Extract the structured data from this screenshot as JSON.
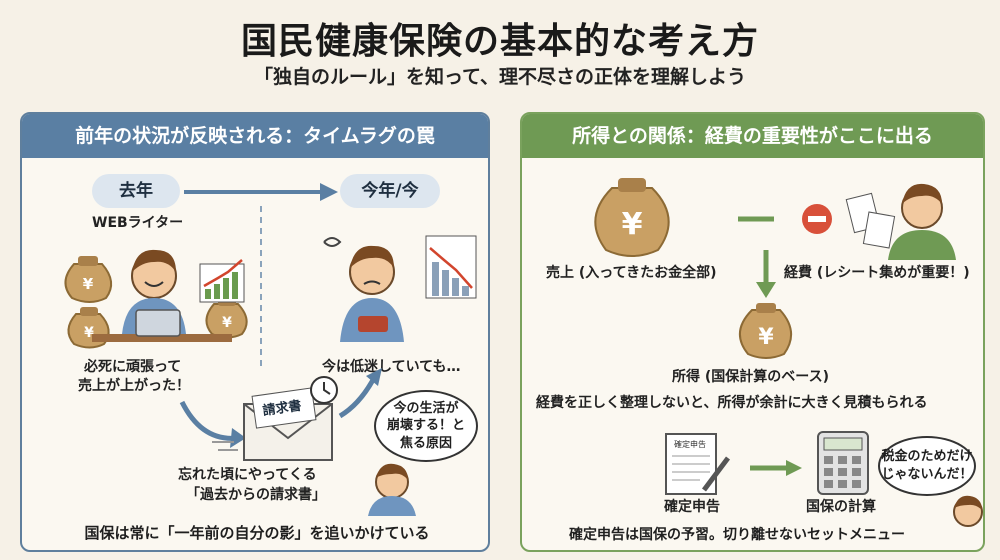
{
  "header": {
    "title": "国民健康保険の基本的な考え方",
    "subtitle": "「独自のルール」を知って、理不尽さの正体を理解しよう"
  },
  "left_panel": {
    "heading": "前年の状況が反映される：タイムラグの罠",
    "past_label": "去年",
    "now_label": "今年/今",
    "writer_label": "WEBライター",
    "past_caption_1": "必死に頑張って",
    "past_caption_2": "売上が上がった！",
    "now_caption": "今は低迷していても…",
    "envelope_label": "請求書",
    "bill_caption_1": "忘れた頃にやってくる",
    "bill_caption_2": "「過去からの請求書」",
    "thought_1": "今の生活が",
    "thought_2": "崩壊する！と",
    "thought_3": "焦る原因",
    "footer": "国保は常に「一年前の自分の影」を追いかけている"
  },
  "right_panel": {
    "heading": "所得との関係：経費の重要性がここに出る",
    "sales_label": "売上 (入ってきたお金全部)",
    "expense_label": "経費 (レシート集めが重要！)",
    "income_label": "所得 (国保計算のベース)",
    "warning": "経費を正しく整理しないと、所得が余計に大きく見積もられる",
    "tax_return_doc": "確定申告",
    "tax_return_label": "確定申告",
    "calc_label": "国保の計算",
    "thought_1": "税金のためだけ",
    "thought_2": "じゃないんだ！",
    "footer": "確定申告は国保の予習。切り離せないセットメニュー"
  },
  "symbols": {
    "yen": "¥",
    "minus": "−"
  },
  "colors": {
    "left_accent": "#5a7fa3",
    "right_accent": "#6f9a54",
    "background": "#f6f1e7",
    "bag": "#c9a064"
  }
}
